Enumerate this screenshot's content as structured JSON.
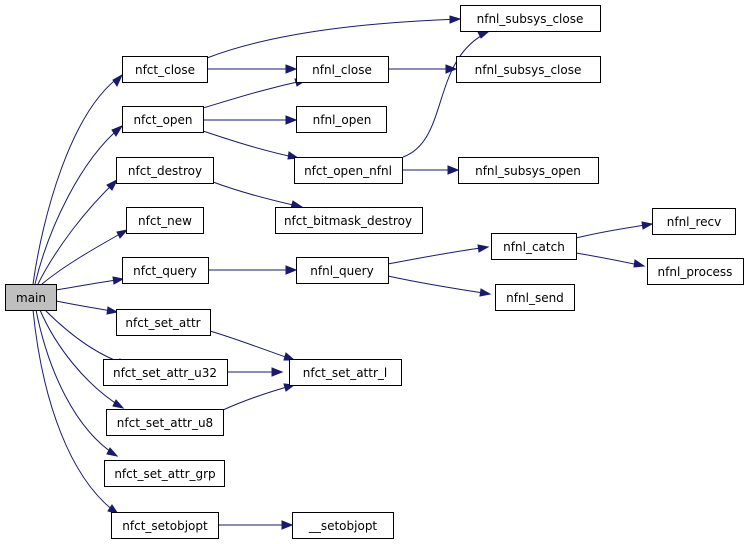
{
  "nodes": {
    "main": "main",
    "nfct_close": "nfct_close",
    "nfct_open": "nfct_open",
    "nfct_destroy": "nfct_destroy",
    "nfct_new": "nfct_new",
    "nfct_query": "nfct_query",
    "nfct_set_attr": "nfct_set_attr",
    "nfct_set_attr_u32": "nfct_set_attr_u32",
    "nfct_set_attr_u8": "nfct_set_attr_u8",
    "nfct_set_attr_grp": "nfct_set_attr_grp",
    "nfct_setobjopt": "nfct_setobjopt",
    "nfnl_subsys_close_a": "nfnl_subsys_close",
    "nfnl_close": "nfnl_close",
    "nfnl_subsys_close_b": "nfnl_subsys_close",
    "nfnl_open": "nfnl_open",
    "nfct_open_nfnl": "nfct_open_nfnl",
    "nfnl_subsys_open": "nfnl_subsys_open",
    "nfct_bitmask_destroy": "nfct_bitmask_destroy",
    "nfnl_query": "nfnl_query",
    "nfnl_catch": "nfnl_catch",
    "nfnl_recv": "nfnl_recv",
    "nfnl_process": "nfnl_process",
    "nfnl_send": "nfnl_send",
    "nfct_set_attr_l": "nfct_set_attr_l",
    "setobjopt": "__setobjopt"
  },
  "edges": [
    [
      "main",
      "nfct_close"
    ],
    [
      "main",
      "nfct_open"
    ],
    [
      "main",
      "nfct_destroy"
    ],
    [
      "main",
      "nfct_new"
    ],
    [
      "main",
      "nfct_query"
    ],
    [
      "main",
      "nfct_set_attr"
    ],
    [
      "main",
      "nfct_set_attr_u32"
    ],
    [
      "main",
      "nfct_set_attr_u8"
    ],
    [
      "main",
      "nfct_set_attr_grp"
    ],
    [
      "main",
      "nfct_setobjopt"
    ],
    [
      "nfct_close",
      "nfnl_subsys_close_a"
    ],
    [
      "nfct_close",
      "nfnl_close"
    ],
    [
      "nfct_open",
      "nfnl_close"
    ],
    [
      "nfct_open",
      "nfnl_open"
    ],
    [
      "nfct_open",
      "nfct_open_nfnl"
    ],
    [
      "nfnl_close",
      "nfnl_subsys_close_b"
    ],
    [
      "nfct_open_nfnl",
      "nfnl_subsys_close_a"
    ],
    [
      "nfct_open_nfnl",
      "nfnl_subsys_open"
    ],
    [
      "nfct_destroy",
      "nfct_bitmask_destroy"
    ],
    [
      "nfct_query",
      "nfnl_query"
    ],
    [
      "nfnl_query",
      "nfnl_catch"
    ],
    [
      "nfnl_query",
      "nfnl_send"
    ],
    [
      "nfnl_catch",
      "nfnl_recv"
    ],
    [
      "nfnl_catch",
      "nfnl_process"
    ],
    [
      "nfct_set_attr",
      "nfct_set_attr_l"
    ],
    [
      "nfct_set_attr_u32",
      "nfct_set_attr_l"
    ],
    [
      "nfct_set_attr_u8",
      "nfct_set_attr_l"
    ],
    [
      "nfct_setobjopt",
      "setobjopt"
    ]
  ],
  "colors": {
    "edge": "#191970",
    "root_fill": "#bfbfbf",
    "node_fill": "#ffffff",
    "node_stroke": "#000000"
  }
}
